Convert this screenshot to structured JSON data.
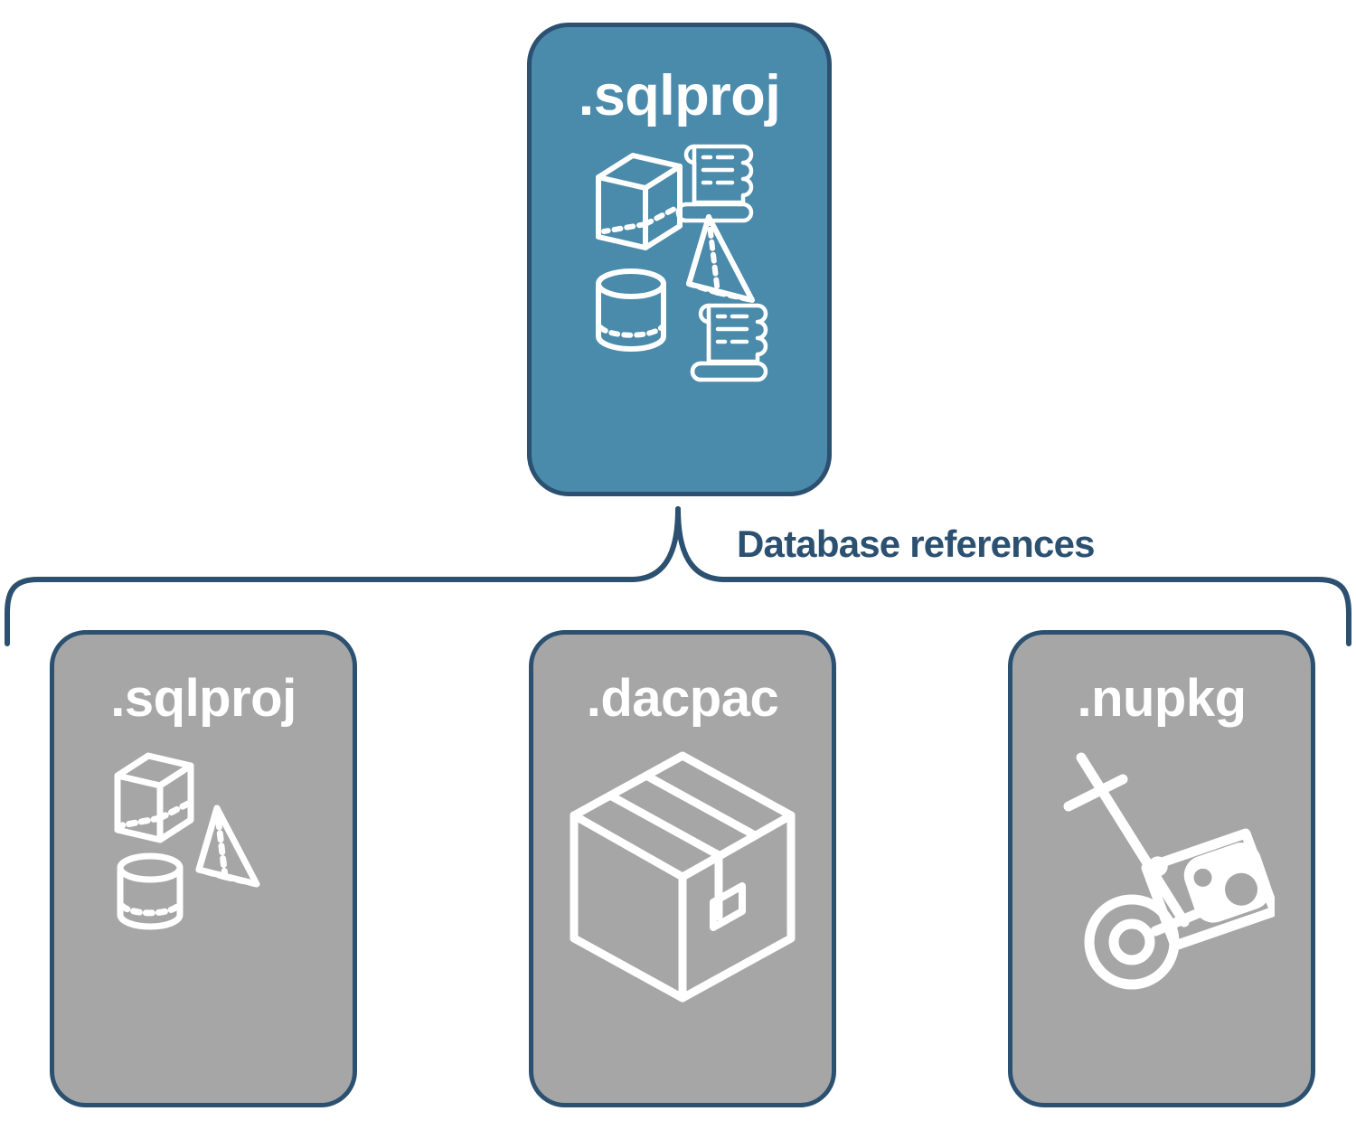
{
  "diagram": {
    "type": "hierarchy",
    "title_text": "",
    "background_color": "#ffffff",
    "border_color": "#2c5070",
    "root_fill_color": "#4a8aab",
    "child_fill_color": "#a6a6a6",
    "label_color": "#2c5070",
    "icon_color": "#ffffff"
  },
  "root": {
    "label": ".sqlproj",
    "icon": "database-shapes-and-scripts-icon",
    "icon_parts": [
      "cube-icon",
      "pyramid-icon",
      "cylinder-icon",
      "scroll-icon",
      "scroll-icon"
    ]
  },
  "connector": {
    "label": "Database references",
    "style": "curly-brace",
    "color": "#2c5070"
  },
  "children": [
    {
      "label": ".sqlproj",
      "icon": "database-shapes-icon",
      "icon_parts": [
        "cube-icon",
        "pyramid-icon",
        "cylinder-icon"
      ]
    },
    {
      "label": ".dacpac",
      "icon": "package-box-icon",
      "icon_parts": [
        "shipping-box-icon"
      ]
    },
    {
      "label": ".nupkg",
      "icon": "hand-truck-package-icon",
      "icon_parts": [
        "dolly-icon",
        "nuget-package-icon"
      ]
    }
  ]
}
